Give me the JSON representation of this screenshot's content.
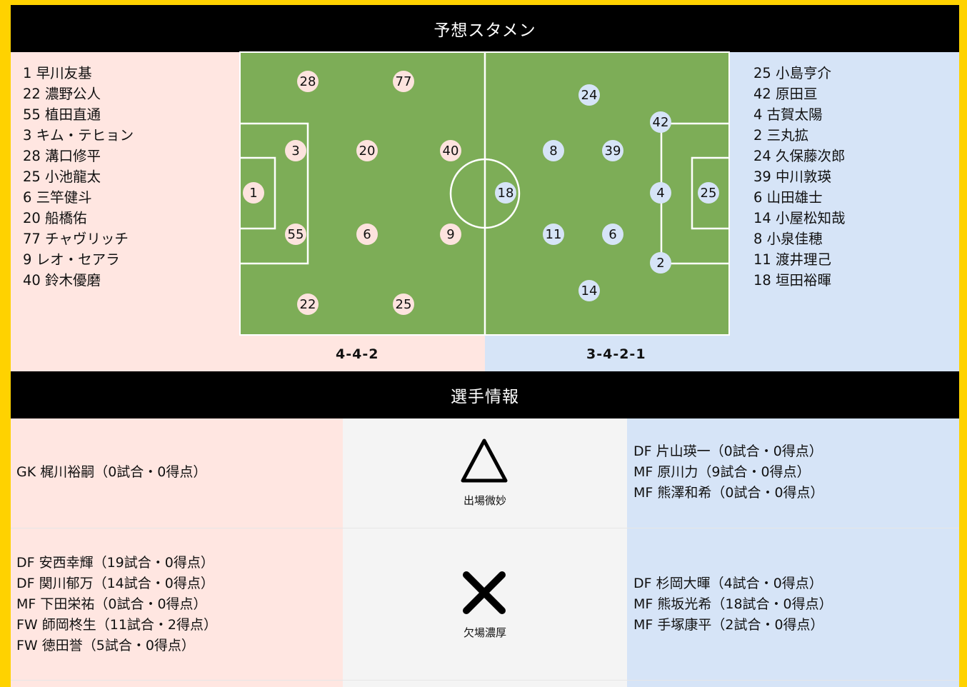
{
  "starting_title": "予想スタメン",
  "player_info_title": "選手情報",
  "home": {
    "formation": "4-4-2",
    "roster": [
      "1 早川友基",
      "22 濃野公人",
      "55 植田直通",
      "3 キム・テヒョン",
      "28 溝口修平",
      "25 小池龍太",
      "6 三竿健斗",
      "20 船橋佑",
      "77 チャヴリッチ",
      "9 レオ・セアラ",
      "40 鈴木優磨"
    ],
    "pitch_numbers": [
      "1",
      "3",
      "55",
      "28",
      "22",
      "20",
      "6",
      "77",
      "25",
      "40",
      "9"
    ]
  },
  "away": {
    "formation": "3-4-2-1",
    "roster": [
      "25 小島亨介",
      "42 原田亘",
      "4 古賀太陽",
      "2 三丸拡",
      "24 久保藤次郎",
      "39 中川敦瑛",
      "6 山田雄士",
      "14 小屋松知哉",
      "8 小泉佳穂",
      "11 渡井理己",
      "18 垣田裕暉"
    ],
    "pitch_numbers": [
      "25",
      "42",
      "4",
      "2",
      "24",
      "39",
      "6",
      "14",
      "8",
      "11",
      "18"
    ]
  },
  "status": {
    "doubtful_label": "出場微妙",
    "out_label": "欠場濃厚"
  },
  "info": {
    "home_doubtful": [
      "GK 梶川裕嗣（0試合・0得点）"
    ],
    "away_doubtful": [
      "DF 片山瑛一（0試合・0得点）",
      "MF 原川力（9試合・0得点）",
      "MF 熊澤和希（0試合・0得点）"
    ],
    "home_out": [
      "DF 安西幸輝（19試合・0得点）",
      "DF 関川郁万（14試合・0得点）",
      "MF 下田栄祐（0試合・0得点）",
      "FW 師岡柊生（11試合・2得点）",
      "FW 徳田誉（5試合・0得点）"
    ],
    "away_out": [
      "DF 杉岡大暉（4試合・0得点）",
      "MF 熊坂光希（18試合・0得点）",
      "MF 手塚康平（2試合・0得点）"
    ]
  },
  "colors": {
    "home_bg": "#ffe6e1",
    "away_bg": "#d6e4f7",
    "pitch": "#7dad57",
    "frame": "#ffd200"
  }
}
